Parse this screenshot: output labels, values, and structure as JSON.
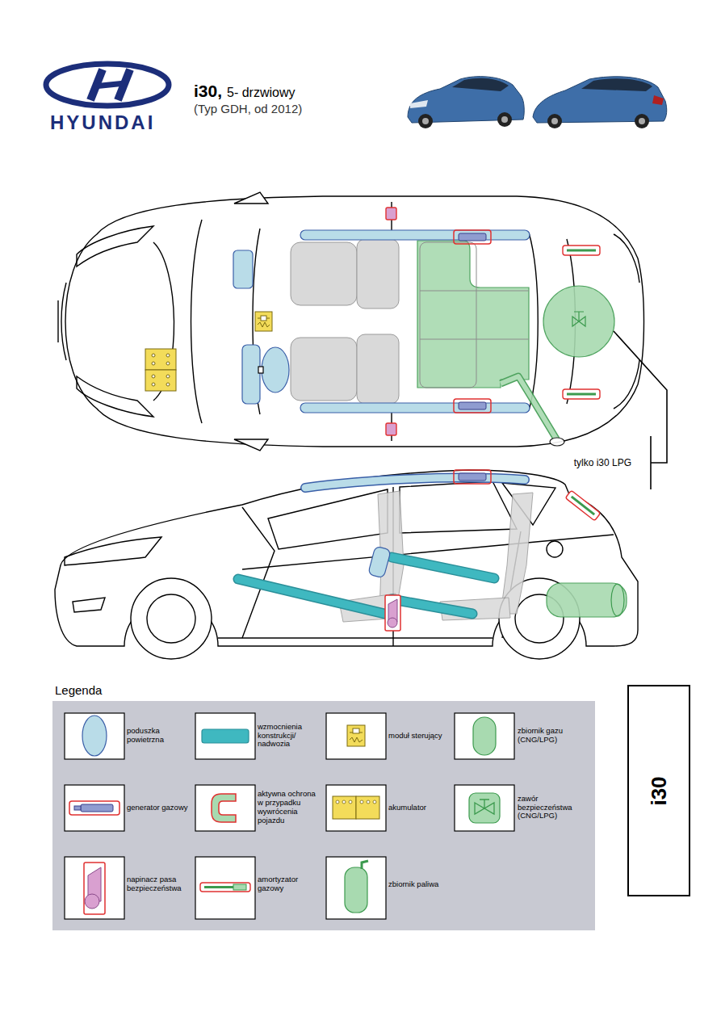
{
  "diagram": {
    "nodes": [
      {
        "text": [
          "i30"
        ]
      }
    ],
    "labels": [
      "HYUNDAI",
      "i30,",
      "5- drzwiowy",
      "(Typ GDH, od 2012)",
      "tylko i30 LPG",
      "Legenda"
    ],
    "legend": [
      {
        "text": "poduszka powietrzna"
      },
      {
        "text": "wzmocnienia konstrukcji/ nadwozia"
      },
      {
        "text": "moduł sterujący"
      },
      {
        "text": "zbiornik gazu (CNG/LPG)"
      },
      {
        "text": "generator gazowy"
      },
      {
        "text": "aktywna ochrona w przypadku wywrócenia pojazdu"
      },
      {
        "text": "akumulator"
      },
      {
        "text": "zawór bezpieczeństwa (CNG/LPG)"
      },
      {
        "text": "napinacz pasa bezpieczeństwa"
      },
      {
        "text": "amortyzator gazowy"
      },
      {
        "text": "zbiornik paliwa"
      }
    ]
  }
}
